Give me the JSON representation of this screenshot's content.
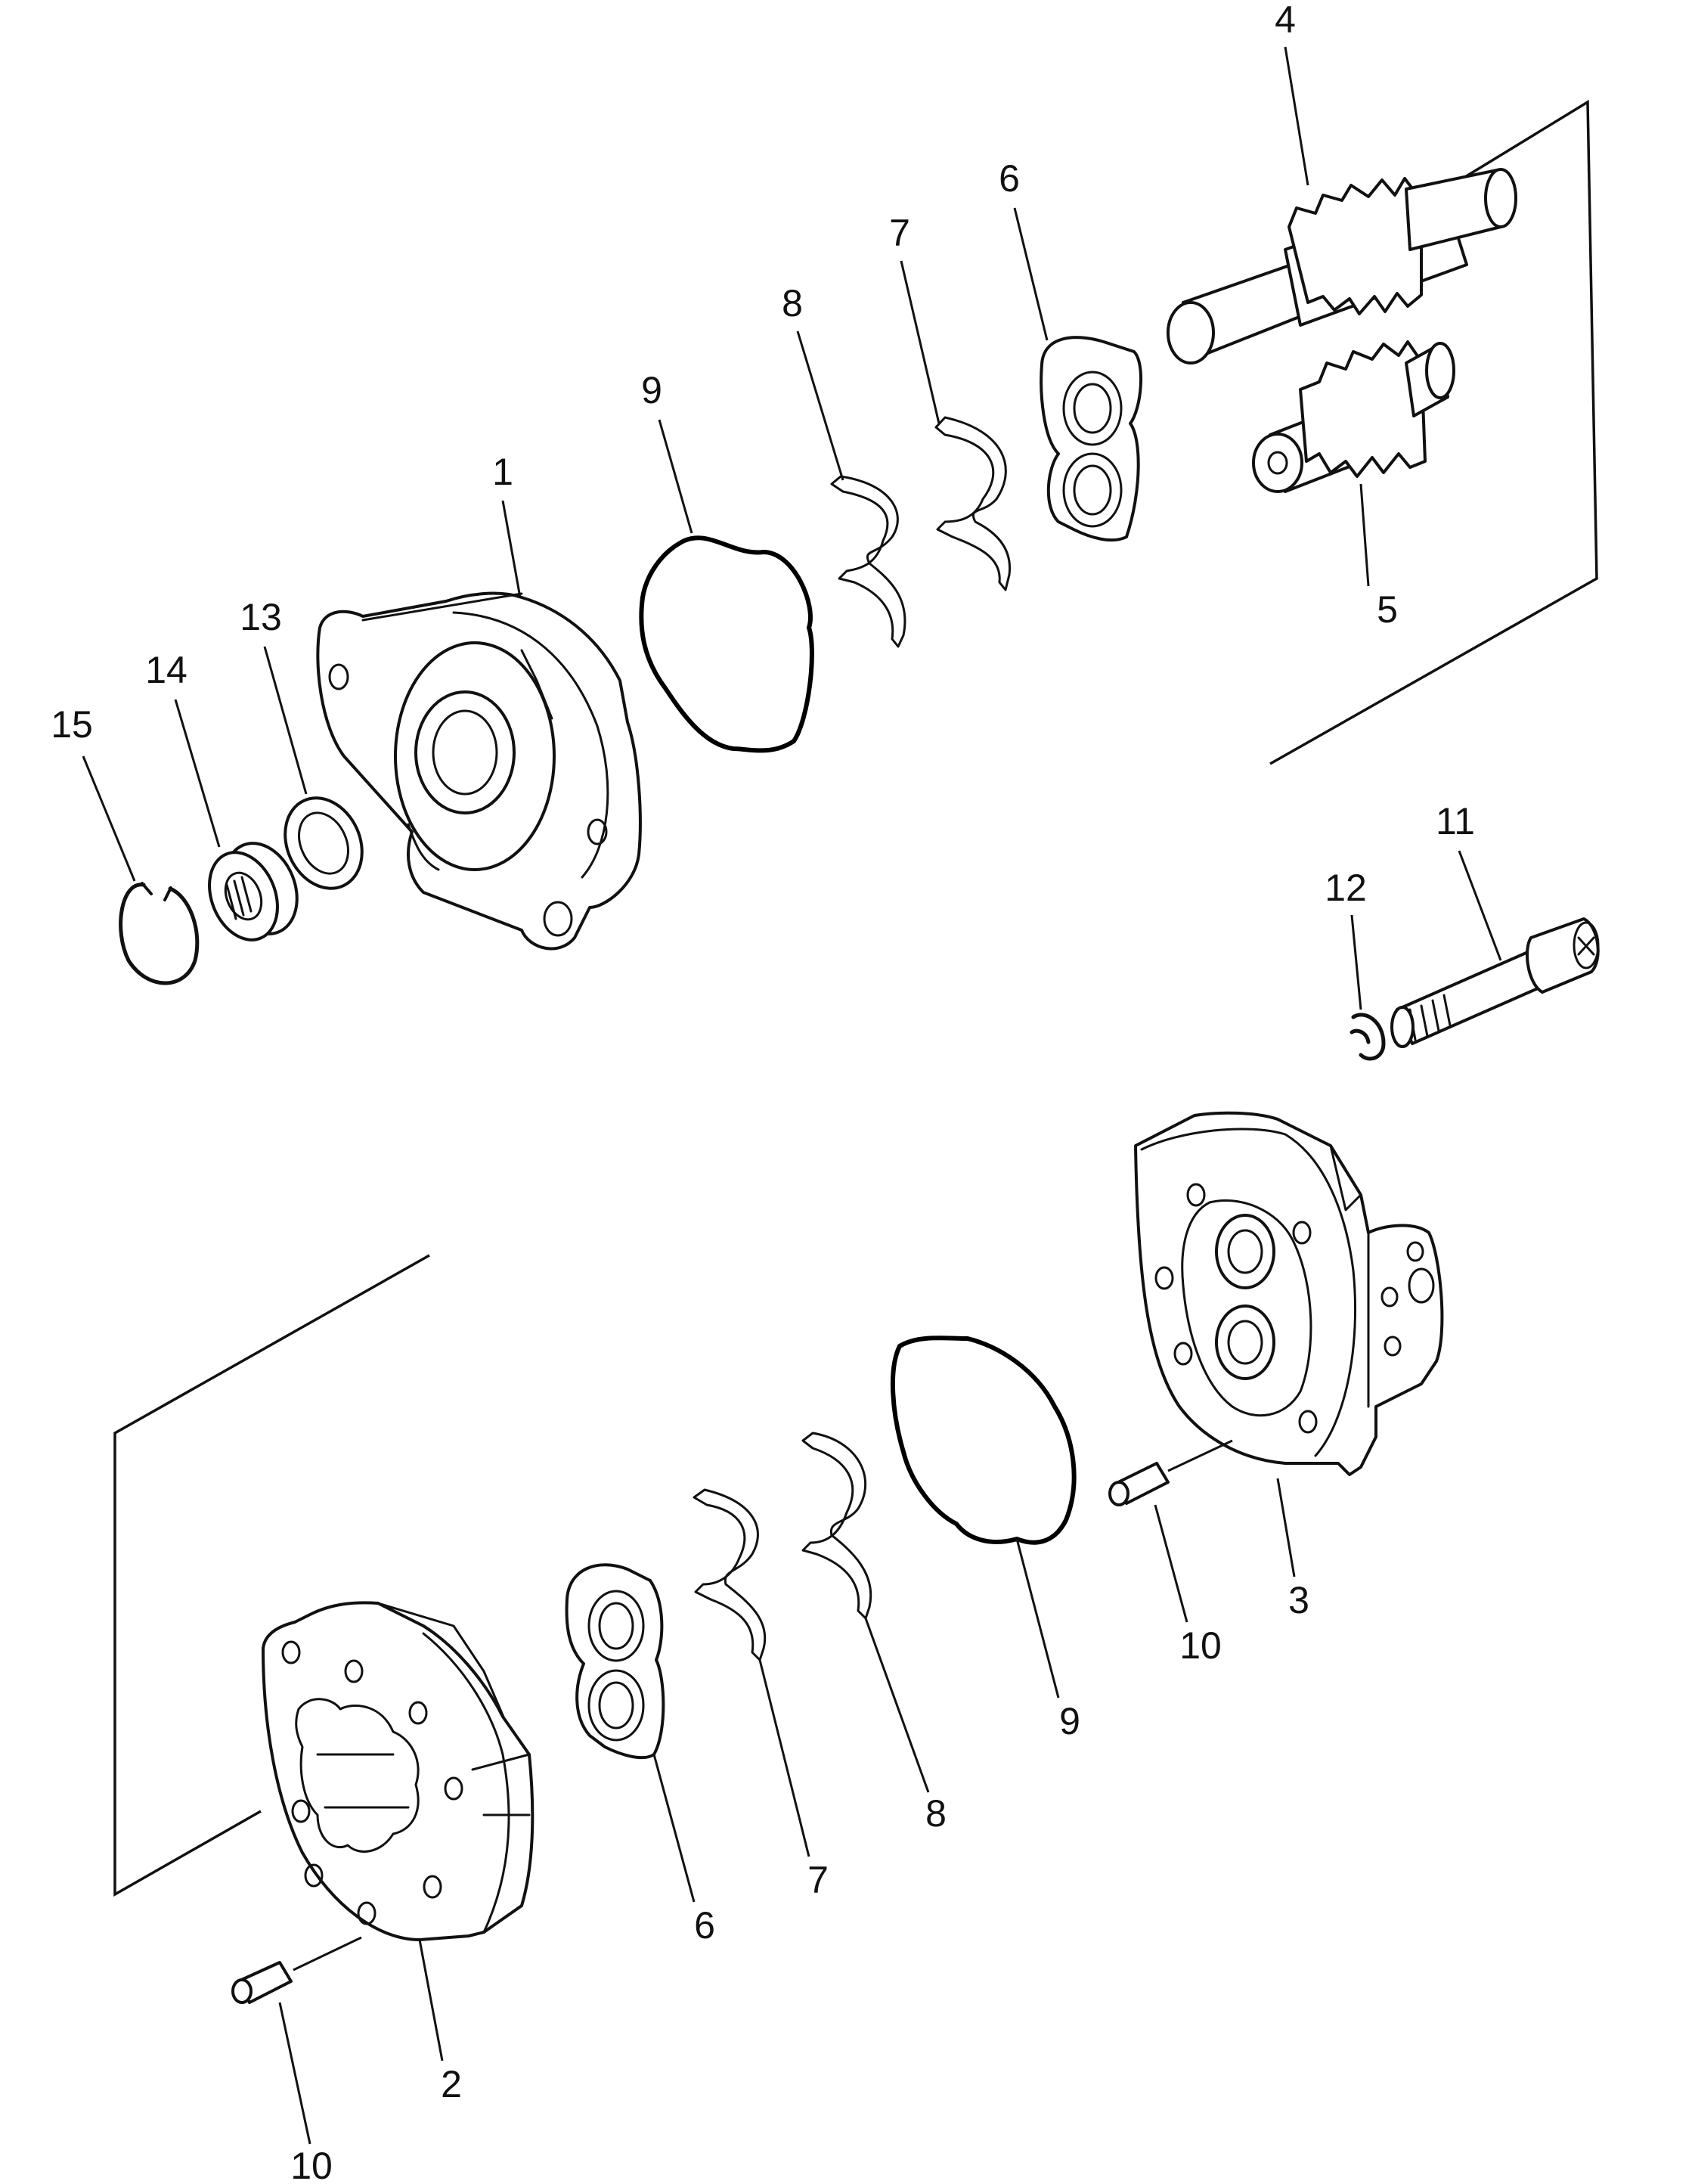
{
  "diagram": {
    "callouts": [
      {
        "id": "c1",
        "text": "1"
      },
      {
        "id": "c2",
        "text": "2"
      },
      {
        "id": "c3",
        "text": "3"
      },
      {
        "id": "c4",
        "text": "4"
      },
      {
        "id": "c5",
        "text": "5"
      },
      {
        "id": "c6a",
        "text": "6"
      },
      {
        "id": "c6b",
        "text": "6"
      },
      {
        "id": "c7a",
        "text": "7"
      },
      {
        "id": "c7b",
        "text": "7"
      },
      {
        "id": "c8a",
        "text": "8"
      },
      {
        "id": "c8b",
        "text": "8"
      },
      {
        "id": "c9a",
        "text": "9"
      },
      {
        "id": "c9b",
        "text": "9"
      },
      {
        "id": "c10a",
        "text": "10"
      },
      {
        "id": "c10b",
        "text": "10"
      },
      {
        "id": "c11",
        "text": "11"
      },
      {
        "id": "c12",
        "text": "12"
      },
      {
        "id": "c13",
        "text": "13"
      },
      {
        "id": "c14",
        "text": "14"
      },
      {
        "id": "c15",
        "text": "15"
      }
    ],
    "colors": {
      "line": "#111111",
      "background": "#ffffff"
    }
  }
}
